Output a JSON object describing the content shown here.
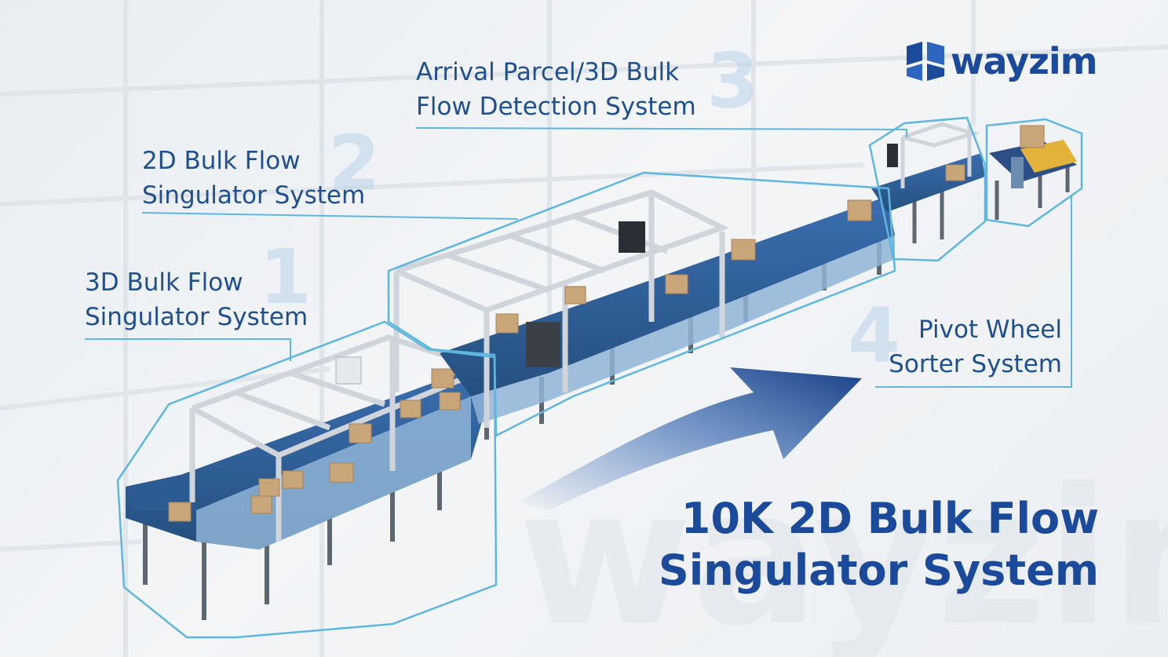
{
  "brand": {
    "name": "wayzim"
  },
  "title": {
    "line1": "10K 2D Bulk Flow",
    "line2": "Singulator System"
  },
  "sections": [
    {
      "number": "1",
      "line1": "3D Bulk Flow",
      "line2": "Singulator System"
    },
    {
      "number": "2",
      "line1": "2D Bulk Flow",
      "line2": "Singulator System"
    },
    {
      "number": "3",
      "line1": "Arrival Parcel/3D Bulk",
      "line2": "Flow Detection System"
    },
    {
      "number": "4",
      "line1": "Pivot Wheel",
      "line2": "Sorter System"
    }
  ],
  "colors": {
    "brand_blue": "#1b4a9a",
    "label_blue": "#1f4f8e",
    "outline_cyan": "#5fb6de",
    "conveyor_blue": "#2f5f9e",
    "frame_gray": "#c9cfd5",
    "box_tan": "#c9a57a"
  },
  "icons": {
    "logo": "cube-logo-icon",
    "flow_arrow": "flow-direction-arrow-icon"
  }
}
